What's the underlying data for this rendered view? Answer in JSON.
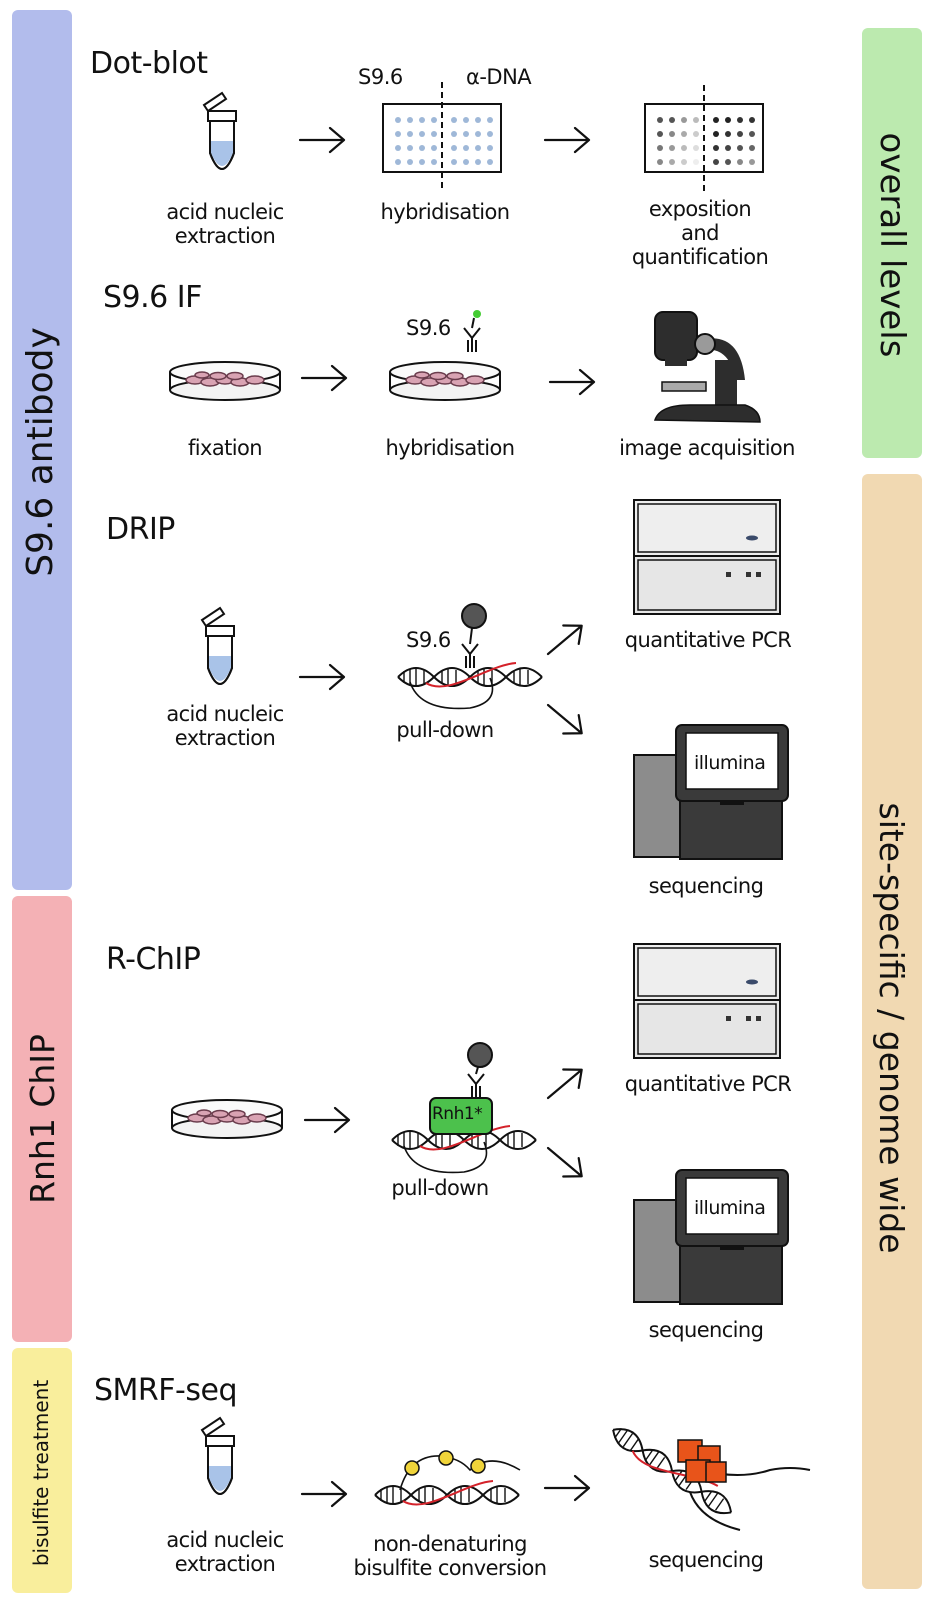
{
  "bands": {
    "s96": {
      "label": "S9.6 antibody",
      "color": "#7f8fe0"
    },
    "rnh1": {
      "label": "Rnh1 ChIP",
      "color": "#ec7d84"
    },
    "bisulfite": {
      "label": "bisulfite treatment",
      "color": "#f5e35a"
    },
    "overall": {
      "label": "overall levels",
      "color": "#8fdc7a"
    },
    "site": {
      "label": "site-specific / genome wide",
      "color": "#e8c07e"
    }
  },
  "sections": {
    "dotblot": {
      "title": "Dot-blot",
      "step1": "acid nucleic\nextraction",
      "step2": "hybridisation",
      "step3": "exposition\nand\nquantification",
      "membrane_left": "S9.6",
      "membrane_right": "α-DNA"
    },
    "if": {
      "title": "S9.6 IF",
      "step1": "fixation",
      "step2": "hybridisation",
      "step3": "image acquisition",
      "antibody": "S9.6"
    },
    "drip": {
      "title": "DRIP",
      "step1": "acid nucleic\nextraction",
      "step2": "pull-down",
      "antibody": "S9.6",
      "out1": "quantitative PCR",
      "out2": "sequencing",
      "seq_screen": "illumina"
    },
    "rchip": {
      "title": "R-ChIP",
      "step2": "pull-down",
      "protein": "Rnh1*",
      "out1": "quantitative PCR",
      "out2": "sequencing",
      "seq_screen": "illumina"
    },
    "smrf": {
      "title": "SMRF-seq",
      "step1": "acid nucleic\nextraction",
      "step2": "non-denaturing\nbisulfite conversion",
      "step3": "sequencing"
    }
  }
}
